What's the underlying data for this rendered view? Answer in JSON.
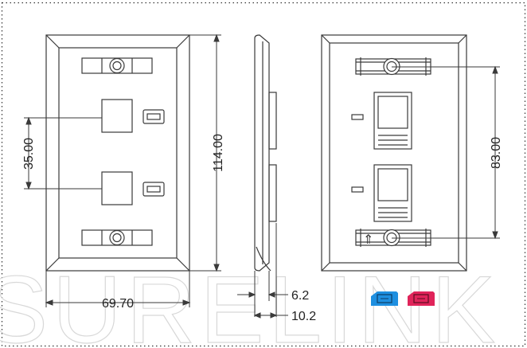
{
  "watermark": "SURELINK",
  "dimensions": {
    "width_front": "69.70",
    "height_front": "114.00",
    "port_spacing": "35.00",
    "screw_spacing": "83.00",
    "depth_plate": "6.2",
    "depth_total": "10.2"
  },
  "rear_view": {
    "arrow_glyph": "⇑"
  },
  "colors": {
    "line": "#3a3a3a",
    "swatch_blue": "#1e8fe0",
    "swatch_red": "#e0245a",
    "watermark": "#d8d8d8"
  },
  "icons": [
    "blue-keystone-icon",
    "red-keystone-icon"
  ]
}
